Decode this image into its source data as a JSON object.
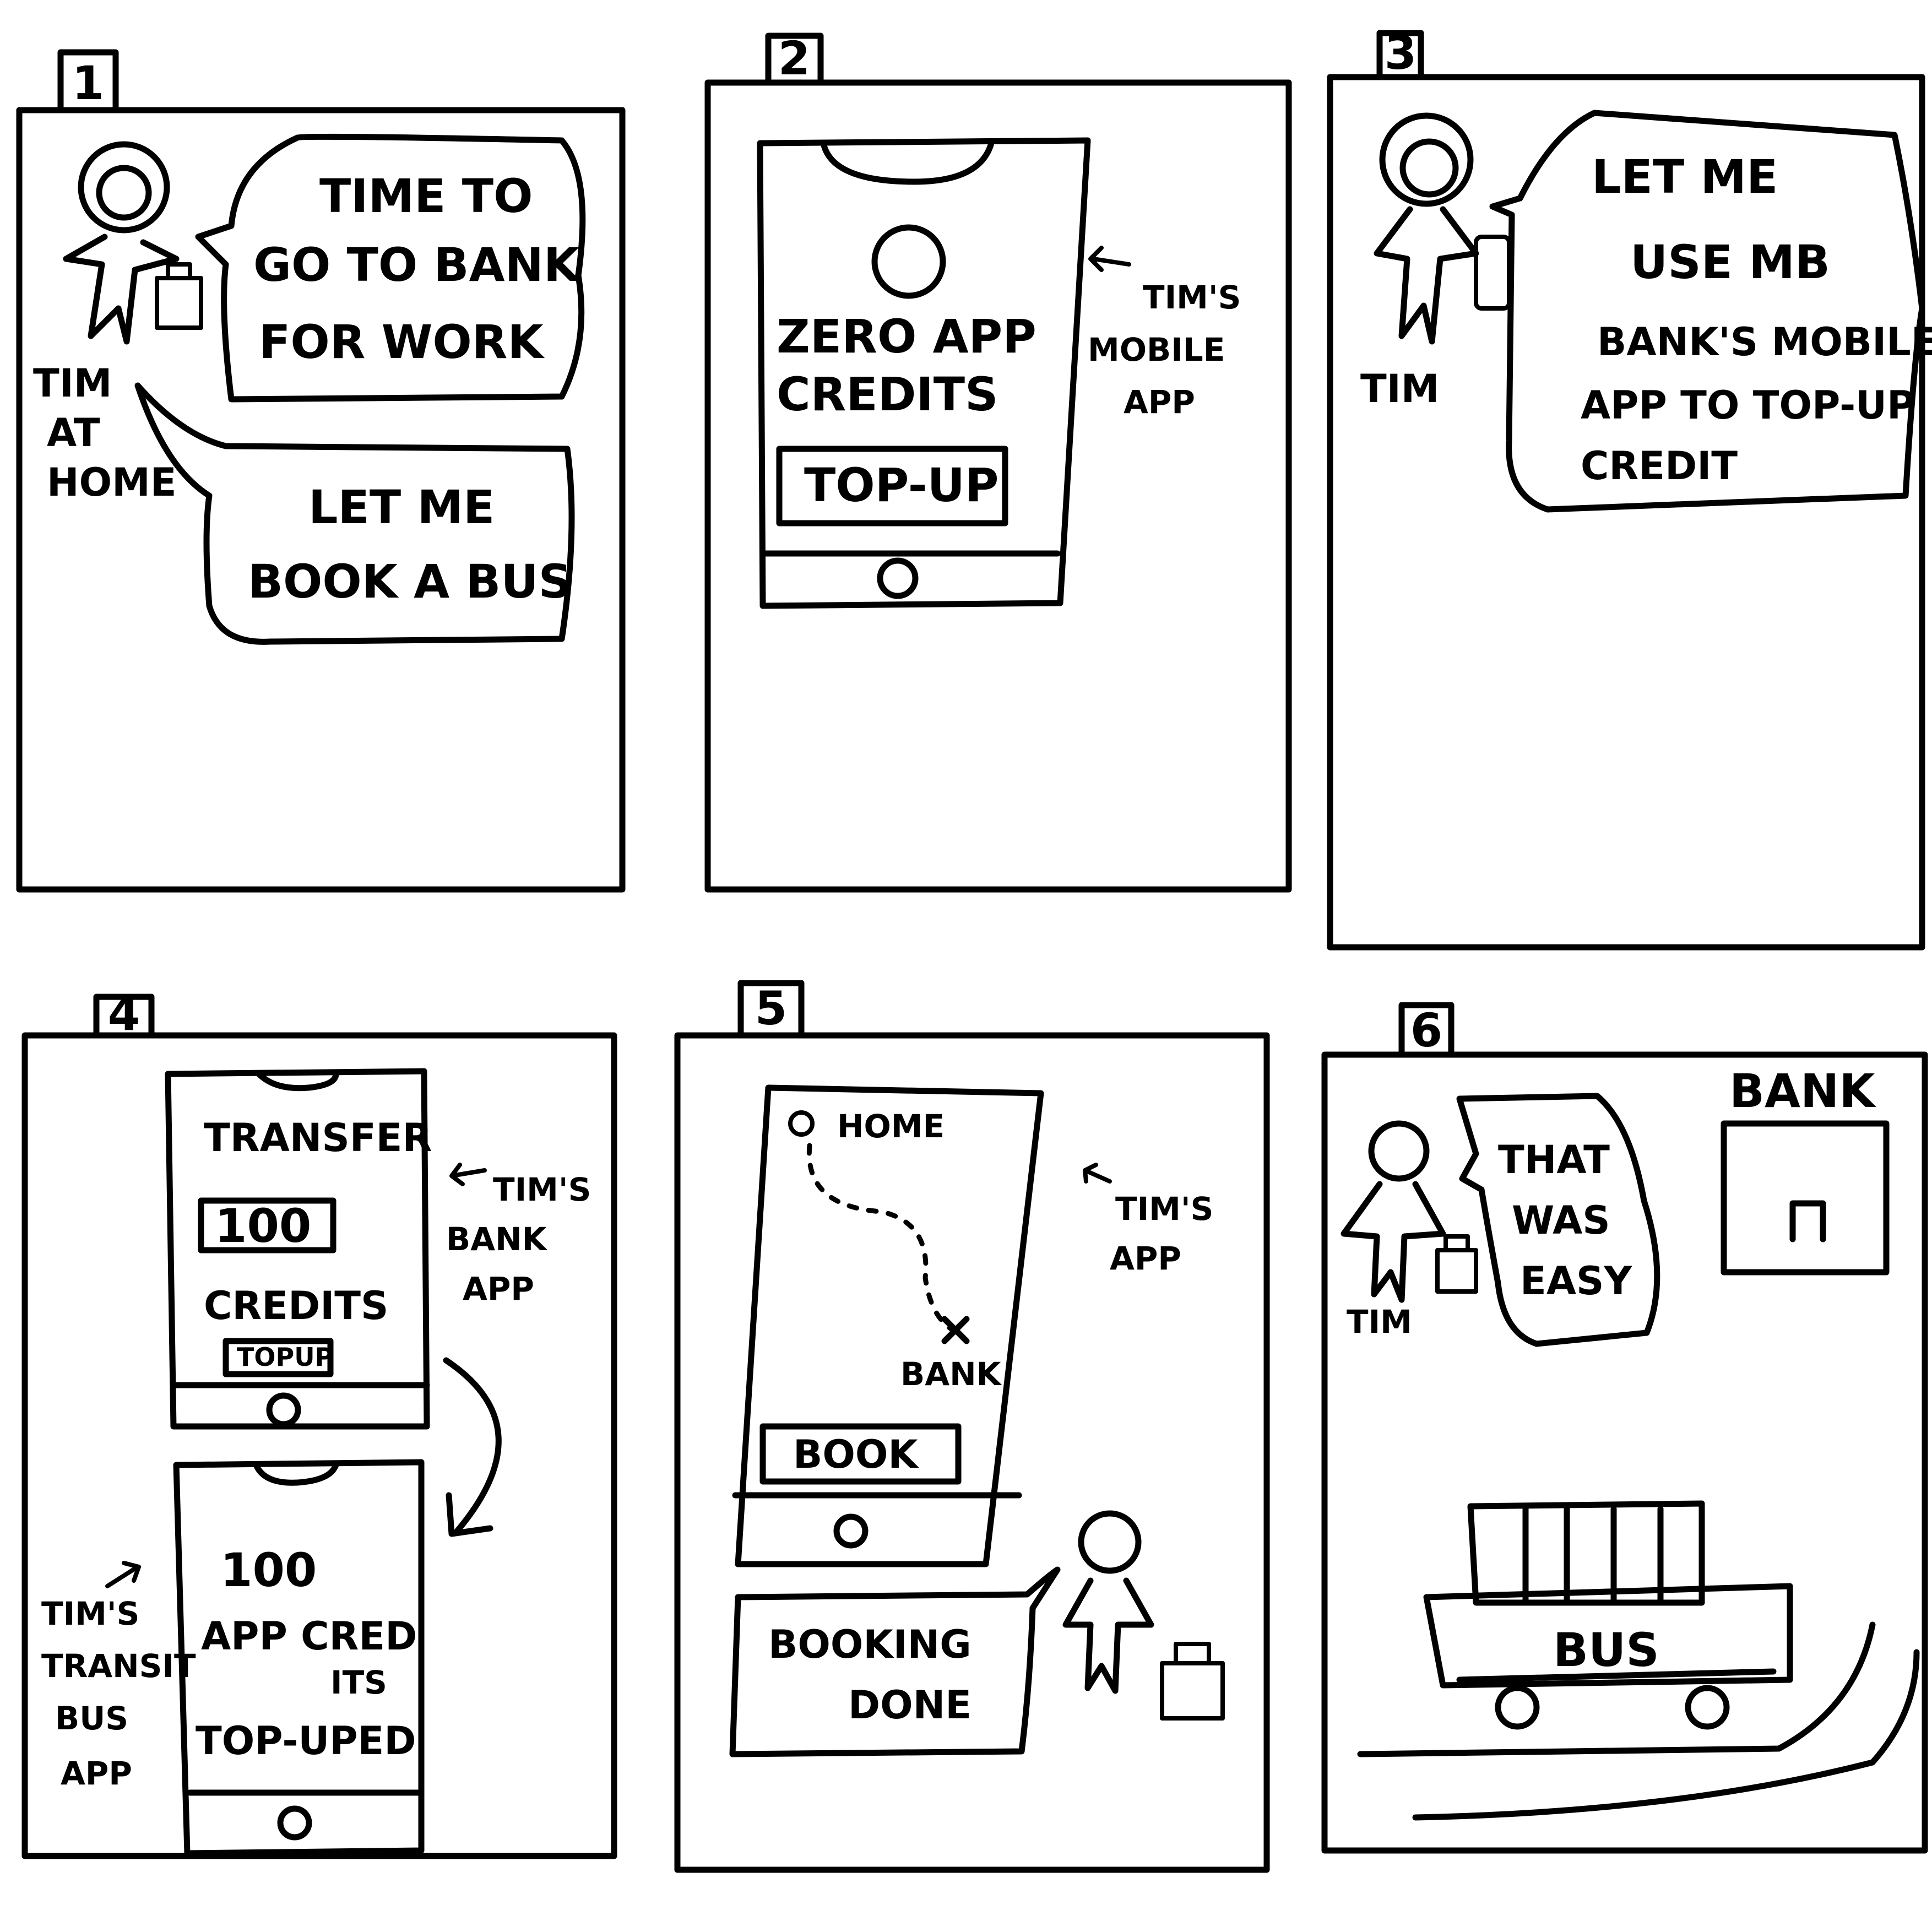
{
  "panels": [
    {
      "number": "1",
      "name_label": [
        "TIM",
        "AT",
        "HOME"
      ],
      "bubble_1": [
        "TIME TO",
        "GO TO BANK",
        "FOR WORK"
      ],
      "bubble_2": [
        "LET ME",
        "BOOK A BUS"
      ]
    },
    {
      "number": "2",
      "screen": [
        "ZERO APP",
        "CREDITS"
      ],
      "button": "TOP-UP",
      "note": [
        "TIM'S",
        "MOBILE",
        "APP"
      ]
    },
    {
      "number": "3",
      "name_label": "TIM",
      "bubble": [
        "LET ME",
        "USE MB",
        "BANK'S MOBILE",
        "APP TO TOP-UP",
        "CREDIT"
      ]
    },
    {
      "number": "4",
      "bank_title": "TRANSFER",
      "amount": "100",
      "credits": "CREDITS",
      "top_button": "TOPUP",
      "bank_note": [
        "TIM'S",
        "BANK",
        "APP"
      ],
      "transit_screen": [
        "100",
        "APP CRED",
        "ITS",
        "TOP-UPED"
      ],
      "transit_note": [
        "TIM'S",
        "TRANSIT",
        "BUS",
        "APP"
      ]
    },
    {
      "number": "5",
      "start": "HOME",
      "end": "BANK",
      "button": "BOOK",
      "note": [
        "TIM'S",
        "APP"
      ],
      "bubble": [
        "BOOKING",
        "DONE"
      ]
    },
    {
      "number": "6",
      "bank_label": "BANK",
      "name_label": "TIM",
      "bubble": [
        "THAT",
        "WAS",
        "EASY"
      ],
      "bus_label": "BUS"
    }
  ]
}
